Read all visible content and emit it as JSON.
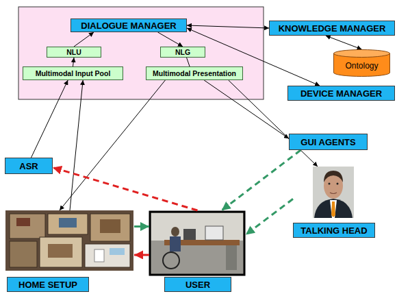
{
  "diagram": {
    "nodes": [
      {
        "text": [
          "DIALOGUE MANAGER"
        ]
      },
      {
        "text": [
          "KNOWLEDGE MANAGER"
        ]
      },
      {
        "text": [
          "NLU"
        ]
      },
      {
        "text": [
          "NLG"
        ]
      },
      {
        "text": [
          "Ontology"
        ]
      },
      {
        "text": [
          "Multimodal Input Pool"
        ]
      },
      {
        "text": [
          "Multimodal Presentation"
        ]
      },
      {
        "text": [
          "DEVICE MANAGER"
        ]
      },
      {
        "text": [
          "GUI AGENTS"
        ]
      },
      {
        "text": [
          "ASR"
        ]
      },
      {
        "text": [
          "TALKING HEAD"
        ]
      },
      {
        "text": [
          "HOME SETUP"
        ]
      },
      {
        "text": [
          "USER"
        ]
      }
    ],
    "edges": [
      {
        "from": 0,
        "to": 1,
        "arrow": "both"
      },
      {
        "from": 1,
        "to": 4,
        "arrow": "both"
      },
      {
        "from": 0,
        "to": 7,
        "arrow": "both"
      },
      {
        "from": 2,
        "to": 0,
        "arrow": "to"
      },
      {
        "from": 0,
        "to": 3,
        "arrow": "to"
      },
      {
        "from": 5,
        "to": 2,
        "arrow": "to"
      },
      {
        "from": 3,
        "to": 6,
        "arrow": "to"
      },
      {
        "from": 9,
        "to": 5,
        "arrow": "to"
      },
      {
        "from": 11,
        "to": 5,
        "arrow": "to"
      },
      {
        "from": 6,
        "to": 11,
        "arrow": "to"
      },
      {
        "from": 6,
        "to": 8,
        "arrow": "to"
      },
      {
        "from": 6,
        "to": 10,
        "arrow": "to"
      },
      {
        "from": 8,
        "to": 12,
        "arrow": "to"
      },
      {
        "from": 10,
        "to": 12,
        "arrow": "to"
      },
      {
        "from": 11,
        "to": 12,
        "arrow": "to"
      },
      {
        "from": 12,
        "to": 11,
        "arrow": "to"
      },
      {
        "from": 12,
        "to": 9,
        "arrow": "to"
      }
    ]
  }
}
